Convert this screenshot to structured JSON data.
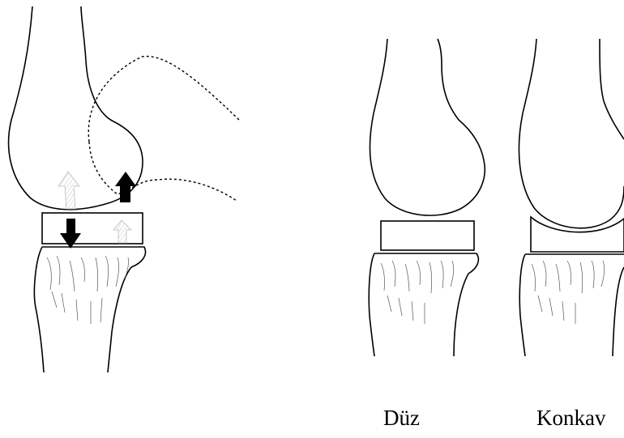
{
  "captions": {
    "flat": "Düz",
    "concave": "Konkav"
  },
  "colors": {
    "line": "#000000",
    "background": "#ffffff",
    "faint_arrow": "#d4d4d4",
    "hatch": "#555555"
  },
  "icons": {
    "load_arrows": "solid-arrow",
    "reaction_arrows": "hatched-arrow"
  }
}
